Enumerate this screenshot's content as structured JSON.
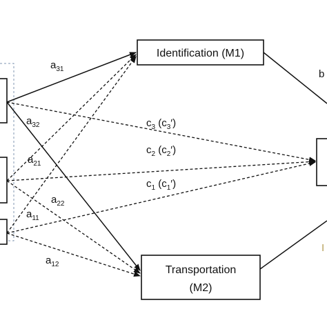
{
  "nodes": {
    "m1": {
      "label": "Identification (M1)"
    },
    "m2": {
      "label_line1": "Transportation",
      "label_line2": "(M2)"
    }
  },
  "paths": {
    "a31": {
      "base": "a",
      "sub": "31"
    },
    "a32": {
      "base": "a",
      "sub": "32"
    },
    "a21": {
      "base": "a",
      "sub": "21"
    },
    "a22": {
      "base": "a",
      "sub": "22"
    },
    "a11": {
      "base": "a",
      "sub": "11"
    },
    "a12": {
      "base": "a",
      "sub": "12"
    },
    "c3": {
      "base": "c",
      "sub": "3",
      "rest": " (c",
      "sub2": "3",
      "tail": "′)"
    },
    "c2": {
      "base": "c",
      "sub": "2",
      "rest": " (c",
      "sub2": "2",
      "tail": "′)"
    },
    "c1": {
      "base": "c",
      "sub": "1",
      "rest": " (c",
      "sub2": "1",
      "tail": "′)"
    },
    "b_partial": "b",
    "right_partial": "I"
  },
  "colors": {
    "line": "#111111",
    "group_border": "#7f96b0",
    "partial_label": "#b8a15a"
  }
}
